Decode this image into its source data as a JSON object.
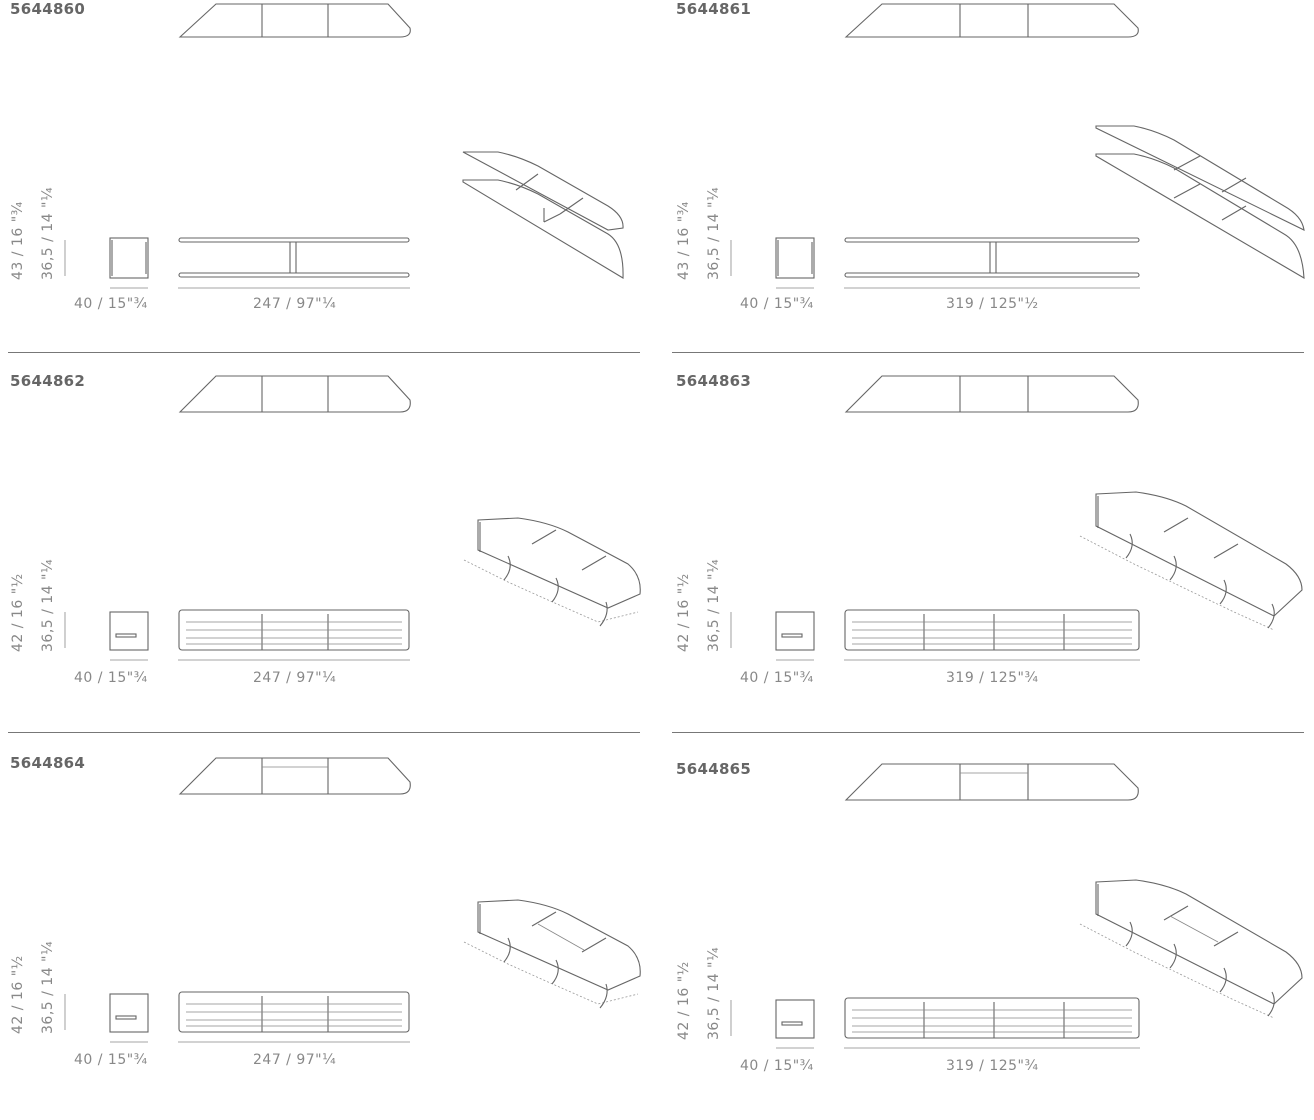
{
  "panels": [
    {
      "code": "5644860",
      "height_dim": "43 / 16 \"¾",
      "inner_height_dim": "36,5 / 14 \"¼",
      "depth_dim": "40 / 15\"¾",
      "width_dim": "247 / 97\"¼"
    },
    {
      "code": "5644861",
      "height_dim": "43 / 16 \"¾",
      "inner_height_dim": "36,5 / 14 \"¼",
      "depth_dim": "40 / 15\"¾",
      "width_dim": "319 / 125\"½"
    },
    {
      "code": "5644862",
      "height_dim": "42 / 16 \"½",
      "inner_height_dim": "36,5 / 14 \"¼",
      "depth_dim": "40 / 15\"¾",
      "width_dim": "247 / 97\"¼"
    },
    {
      "code": "5644863",
      "height_dim": "42 / 16 \"½",
      "inner_height_dim": "36,5 / 14 \"¼",
      "depth_dim": "40 / 15\"¾",
      "width_dim": "319 / 125\"¾"
    },
    {
      "code": "5644864",
      "height_dim": "42 / 16 \"½",
      "inner_height_dim": "36,5 / 14 \"¼",
      "depth_dim": "40 / 15\"¾",
      "width_dim": "247 / 97\"¼"
    },
    {
      "code": "5644865",
      "height_dim": "42 / 16 \"½",
      "inner_height_dim": "36,5 / 14 \"¼",
      "depth_dim": "40 / 15\"¾",
      "width_dim": "319 / 125\"¾"
    }
  ]
}
